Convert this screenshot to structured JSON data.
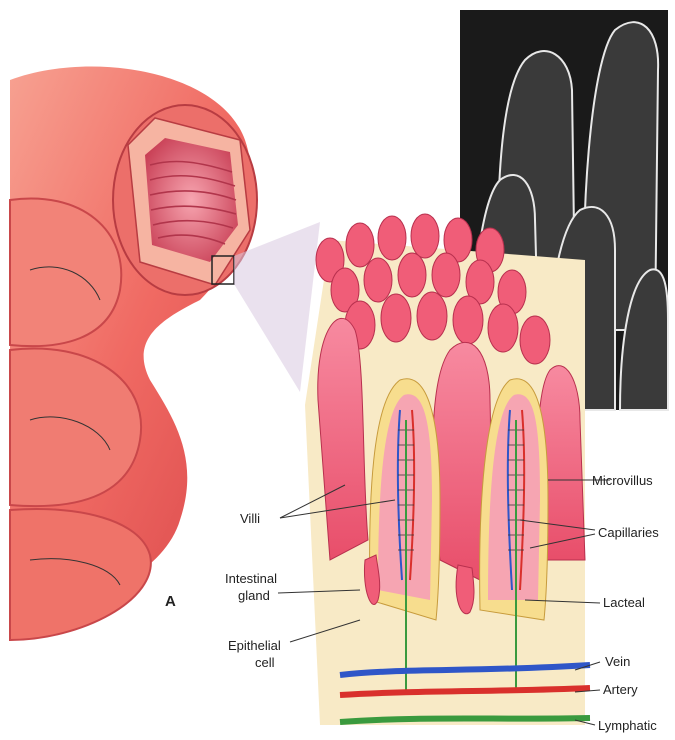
{
  "panel_label": "A",
  "labels": {
    "villi": "Villi",
    "intestinal_gland_1": "Intestinal",
    "intestinal_gland_2": "gland",
    "epithelial_cell_1": "Epithelial",
    "epithelial_cell_2": "cell",
    "microvillus": "Microvillus",
    "capillaries": "Capillaries",
    "lacteal": "Lacteal",
    "vein": "Vein",
    "artery": "Artery",
    "lymphatic": "Lymphatic"
  },
  "colors": {
    "tissue": "#f06a7c",
    "intestine": "#f2766c",
    "epithelium": "#f5d98a",
    "vein": "#2f56c8",
    "artery": "#d9302c",
    "lymphatic": "#3a9a3e",
    "micrograph_bg": "#1a1a1a"
  }
}
